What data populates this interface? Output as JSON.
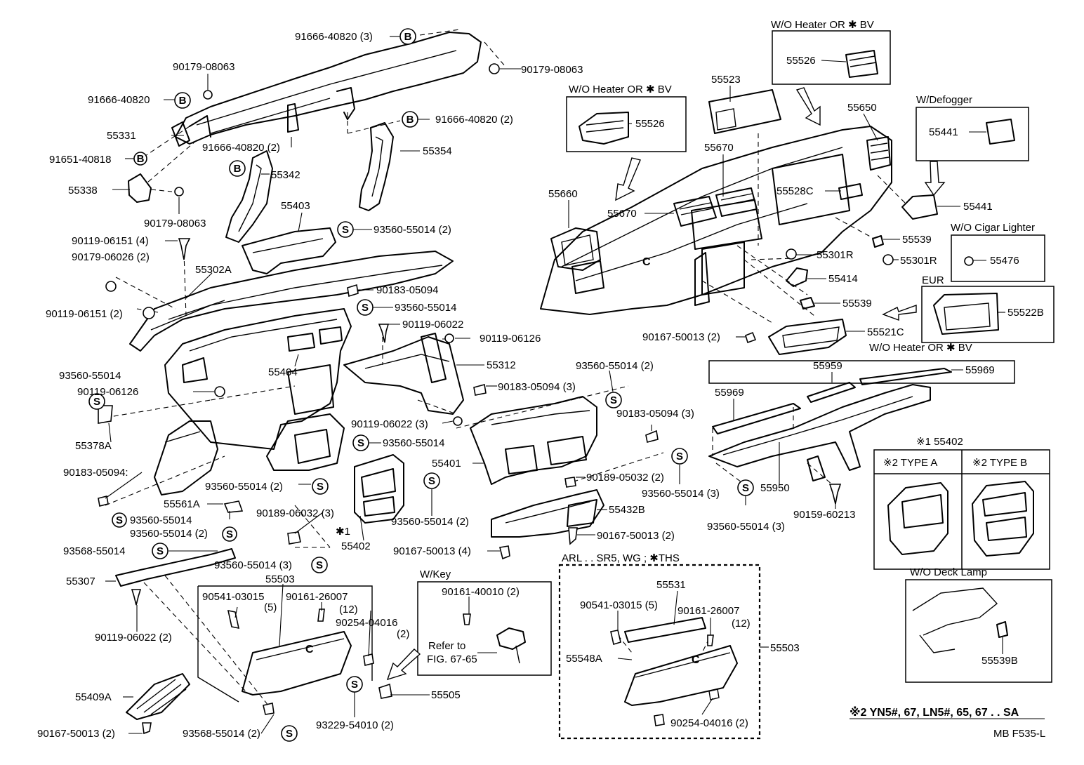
{
  "boxes": {
    "wo_heater_bv_top": "W/O Heater OR ✱ BV",
    "wo_heater_bv_left": "W/O Heater OR ✱ BV",
    "w_defogger": "W/Defogger",
    "wo_cigar": "W/O Cigar Lighter",
    "eur": "EUR",
    "wo_heater_bv_bottom": "W/O Heater OR ✱ BV",
    "type_box_title": "※1  55402",
    "type_a": "※2  TYPE A",
    "type_b": "※2  TYPE B",
    "wo_deck": "W/O Deck Lamp",
    "w_key": "W/Key",
    "arl": "ARL . . SR5, WG ; ✱THS"
  },
  "labels": [
    {
      "id": "l1",
      "text": "91666-40820 (3)"
    },
    {
      "id": "l2",
      "text": "90179-08063"
    },
    {
      "id": "l3",
      "text": "90179-08063"
    },
    {
      "id": "l4",
      "text": "91666-40820"
    },
    {
      "id": "l5",
      "text": "55331"
    },
    {
      "id": "l6",
      "text": "91666-40820 (2)"
    },
    {
      "id": "l7",
      "text": "91651-40818"
    },
    {
      "id": "l8",
      "text": "91666-40820 (2)"
    },
    {
      "id": "l9",
      "text": "55354"
    },
    {
      "id": "l10",
      "text": "55342"
    },
    {
      "id": "l11",
      "text": "55338"
    },
    {
      "id": "l12",
      "text": "90179-08063"
    },
    {
      "id": "l13",
      "text": "55403"
    },
    {
      "id": "l14",
      "text": "93560-55014 (2)"
    },
    {
      "id": "l15",
      "text": "90119-06151 (4)"
    },
    {
      "id": "l16",
      "text": "90179-06026 (2)"
    },
    {
      "id": "l17",
      "text": "55302A"
    },
    {
      "id": "l18",
      "text": "90183-05094"
    },
    {
      "id": "l19",
      "text": "93560-55014"
    },
    {
      "id": "l20",
      "text": "90119-06151 (2)"
    },
    {
      "id": "l21",
      "text": "90119-06022"
    },
    {
      "id": "l22",
      "text": "90119-06126"
    },
    {
      "id": "l23",
      "text": "55312"
    },
    {
      "id": "l24",
      "text": "55404"
    },
    {
      "id": "l25",
      "text": "93560-55014"
    },
    {
      "id": "l26",
      "text": "90119-06126"
    },
    {
      "id": "l27",
      "text": "90183-05094 (3)"
    },
    {
      "id": "l28",
      "text": "93560-55014 (2)"
    },
    {
      "id": "l29",
      "text": "55378A"
    },
    {
      "id": "l30",
      "text": "90119-06022 (3)"
    },
    {
      "id": "l31",
      "text": "90183-05094 (3)"
    },
    {
      "id": "l32",
      "text": "93560-55014"
    },
    {
      "id": "l33",
      "text": "55401"
    },
    {
      "id": "l34",
      "text": "90183-05094:"
    },
    {
      "id": "l35",
      "text": "93560-55014 (2)"
    },
    {
      "id": "l36",
      "text": "90189-05032 (2)"
    },
    {
      "id": "l37",
      "text": "93560-55014 (3)"
    },
    {
      "id": "l38",
      "text": "55561A"
    },
    {
      "id": "l39",
      "text": "93560-55014"
    },
    {
      "id": "l40",
      "text": "93560-55014 (2)"
    },
    {
      "id": "l41",
      "text": "90189-06032 (3)"
    },
    {
      "id": "l42",
      "text": "93560-55014 (2)"
    },
    {
      "id": "l43",
      "text": "55432B"
    },
    {
      "id": "l44",
      "text": "✱1"
    },
    {
      "id": "l45",
      "text": "55402"
    },
    {
      "id": "l46",
      "text": "93568-55014"
    },
    {
      "id": "l47",
      "text": "90167-50013 (4)"
    },
    {
      "id": "l48",
      "text": "90167-50013 (2)"
    },
    {
      "id": "l49",
      "text": "93560-55014 (3)"
    },
    {
      "id": "l50",
      "text": "55307"
    },
    {
      "id": "l51",
      "text": "55503"
    },
    {
      "id": "l52",
      "text": "90541-03015"
    },
    {
      "id": "l53",
      "text": "(5)"
    },
    {
      "id": "l54",
      "text": "90161-26007"
    },
    {
      "id": "l55",
      "text": "(12)"
    },
    {
      "id": "l56",
      "text": "90254-04016"
    },
    {
      "id": "l57",
      "text": "(2)"
    },
    {
      "id": "l58",
      "text": "90119-06022 (2)"
    },
    {
      "id": "l59",
      "text": "90161-40010 (2)"
    },
    {
      "id": "l60",
      "text": "Refer to"
    },
    {
      "id": "l61",
      "text": "FIG. 67-65"
    },
    {
      "id": "l62",
      "text": "55409A"
    },
    {
      "id": "l63",
      "text": "55505"
    },
    {
      "id": "l64",
      "text": "90167-50013 (2)"
    },
    {
      "id": "l65",
      "text": "93568-55014 (2)"
    },
    {
      "id": "l66",
      "text": "93229-54010 (2)"
    },
    {
      "id": "l67",
      "text": "55526"
    },
    {
      "id": "l68",
      "text": "55523"
    },
    {
      "id": "l69",
      "text": "55526"
    },
    {
      "id": "l70",
      "text": "55650"
    },
    {
      "id": "l71",
      "text": "55441"
    },
    {
      "id": "l72",
      "text": "55670"
    },
    {
      "id": "l73",
      "text": "55660"
    },
    {
      "id": "l74",
      "text": "55528C"
    },
    {
      "id": "l75",
      "text": "55441"
    },
    {
      "id": "l76",
      "text": "55670"
    },
    {
      "id": "l77",
      "text": "55539"
    },
    {
      "id": "l78",
      "text": "55476"
    },
    {
      "id": "l79",
      "text": "55301R"
    },
    {
      "id": "l80",
      "text": "55301R"
    },
    {
      "id": "l81",
      "text": "55414"
    },
    {
      "id": "l82",
      "text": "55539"
    },
    {
      "id": "l83",
      "text": "55522B"
    },
    {
      "id": "l84",
      "text": "90167-50013 (2)"
    },
    {
      "id": "l85",
      "text": "55521C"
    },
    {
      "id": "l86",
      "text": "55959"
    },
    {
      "id": "l87",
      "text": "55969"
    },
    {
      "id": "l88",
      "text": "55969"
    },
    {
      "id": "l89",
      "text": "55950"
    },
    {
      "id": "l90",
      "text": "90159-60213"
    },
    {
      "id": "l91",
      "text": "93560-55014 (3)"
    },
    {
      "id": "l92",
      "text": "55531"
    },
    {
      "id": "l93",
      "text": "90541-03015 (5)"
    },
    {
      "id": "l94",
      "text": "90161-26007"
    },
    {
      "id": "l95",
      "text": "(12)"
    },
    {
      "id": "l96",
      "text": "55503"
    },
    {
      "id": "l97",
      "text": "55548A"
    },
    {
      "id": "l98",
      "text": "90254-04016 (2)"
    },
    {
      "id": "l99",
      "text": "55539B"
    },
    {
      "id": "l100",
      "text": "※2  YN5#, 67, LN5#, 65, 67 . . SA"
    },
    {
      "id": "l101",
      "text": "MB F535-L"
    }
  ],
  "markers": {
    "B": "B",
    "S": "S"
  }
}
